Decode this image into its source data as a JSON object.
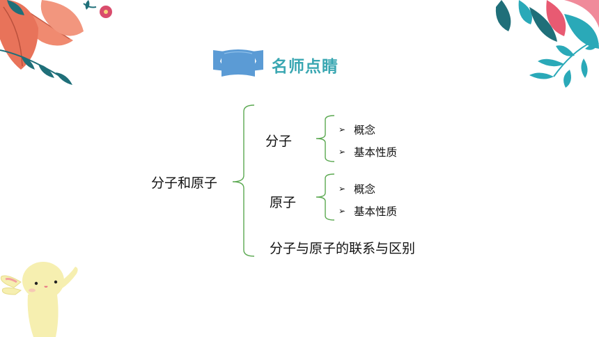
{
  "title": "名师点睛",
  "tree": {
    "root": "分子和原子",
    "branches": [
      {
        "label": "分子",
        "items": [
          "概念",
          "基本性质"
        ]
      },
      {
        "label": "原子",
        "items": [
          "概念",
          "基本性质"
        ]
      }
    ],
    "extra": "分子与原子的联系与区别"
  },
  "icons": {
    "leaf_bullet": "arrow-bullet-icon",
    "title_banner": "ribbon-banner-icon"
  },
  "colors": {
    "title": "#3aa7b2",
    "brace": "#5aa850",
    "banner": "#5b9bd5",
    "leaf_orange": "#e8735a",
    "leaf_teal": "#2aa9b8",
    "leaf_dark": "#1f6f79",
    "bunny": "#f6efb0"
  }
}
